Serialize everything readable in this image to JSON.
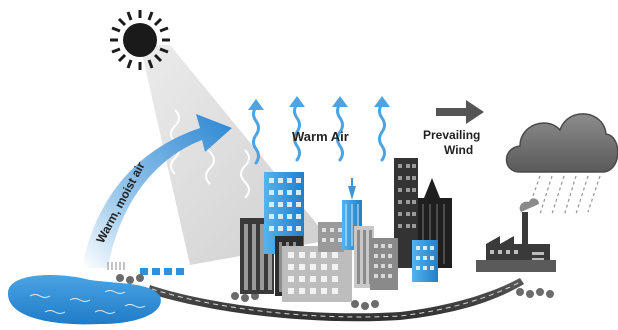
{
  "labels": {
    "warm_moist_air": "Warm, moist air",
    "warm_air": "Warm Air",
    "prevailing_wind_line1": "Prevailing",
    "prevailing_wind_line2": "Wind"
  },
  "icons": [
    "sun-icon",
    "rain-cloud-icon",
    "wind-arrow-icon",
    "heat-wave-icon",
    "factory-icon",
    "tree-icon"
  ],
  "colors": {
    "sky_blue": "#3f95d6",
    "water": "#2f8fd8",
    "building_dark": "#333333",
    "building_gray": "#8a8a8a",
    "building_light_gray": "#bdbdbd",
    "cloud": "#6f6f6f",
    "sun": "#1a1a1a"
  }
}
